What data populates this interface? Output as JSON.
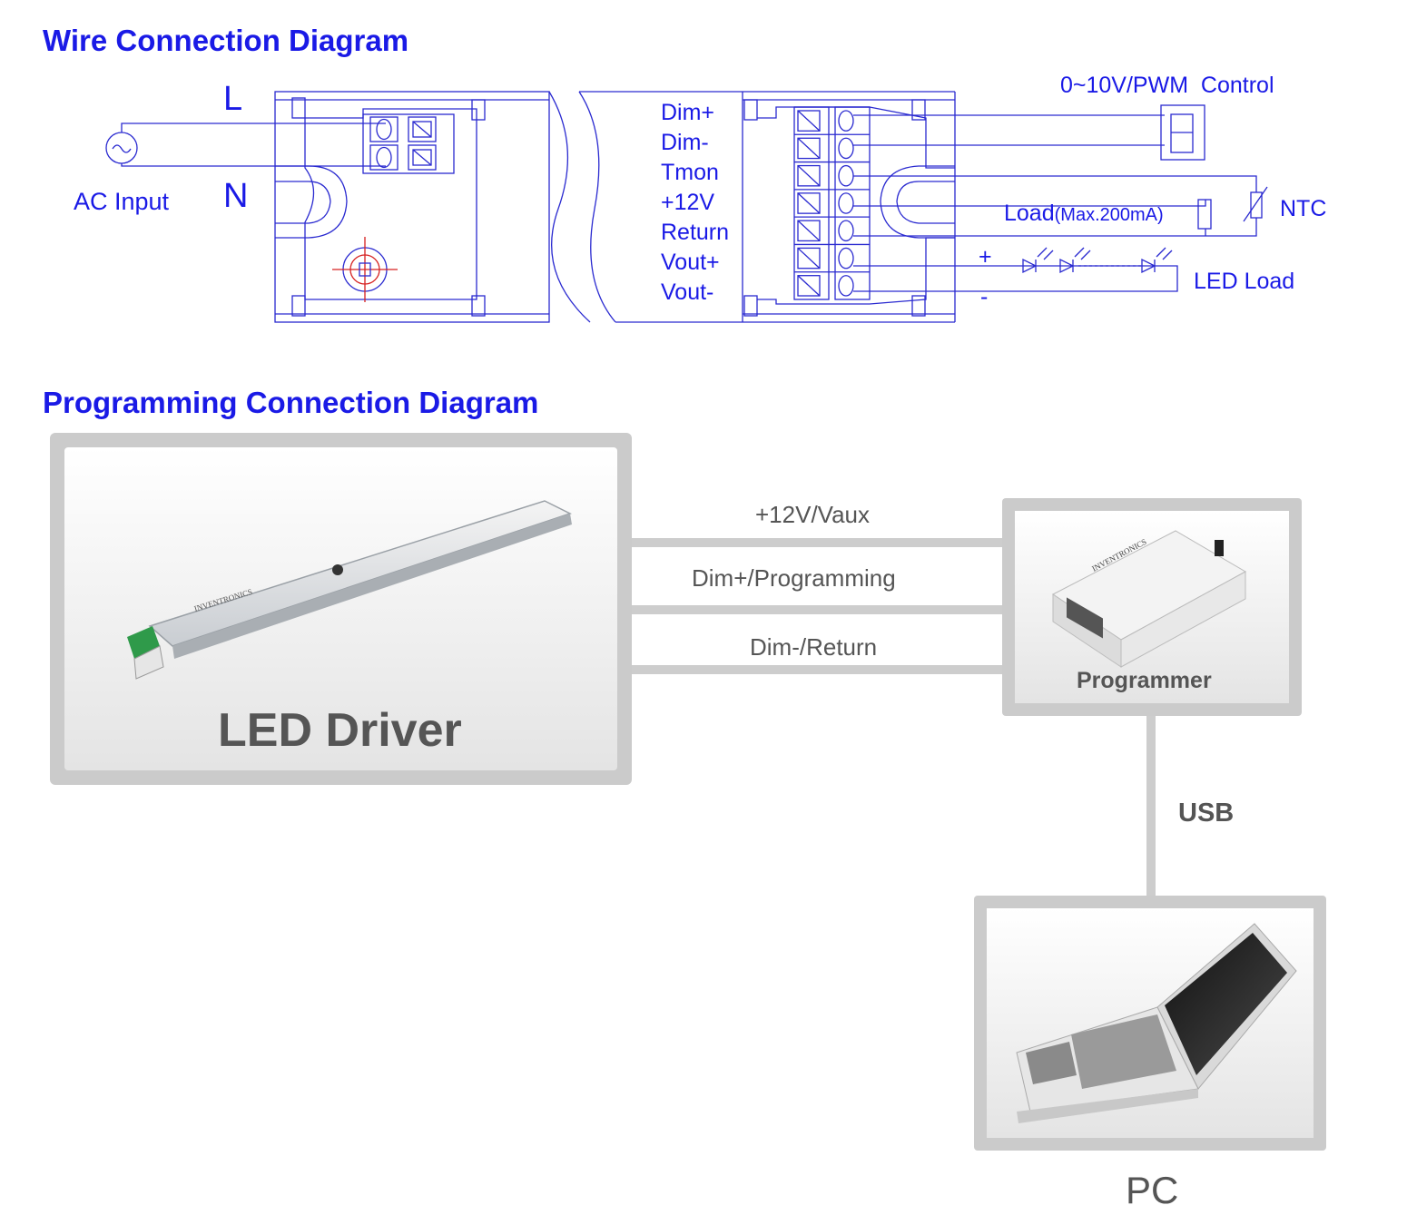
{
  "wire_section": {
    "title": "Wire Connection Diagram",
    "input_labels": {
      "L": "L",
      "N": "N",
      "ac_input": "AC Input"
    },
    "terminals": [
      "Dim+",
      "Dim-",
      "Tmon",
      "+12V",
      "Return",
      "Vout+",
      "Vout-"
    ],
    "control_label": "0~10V/PWM  Control",
    "ntc_label": "NTC",
    "load_label": "Load",
    "load_max": "(Max.200mA)",
    "led_load_label": "LED Load",
    "plus": "+",
    "minus": "-"
  },
  "programming_section": {
    "title": "Programming Connection Diagram",
    "led_driver_label": "LED Driver",
    "brand_text": "INVENTRONICS",
    "connection_lines": [
      "+12V/Vaux",
      "Dim+/Programming",
      "Dim-/Return"
    ],
    "programmer_label": "Programmer",
    "usb_label": "USB",
    "pc_label": "PC"
  },
  "colors": {
    "title_blue": "#1a1ae6",
    "line_blue": "#2a2ad0",
    "panel_gray": "#cfcfcf",
    "text_gray": "#555555"
  }
}
